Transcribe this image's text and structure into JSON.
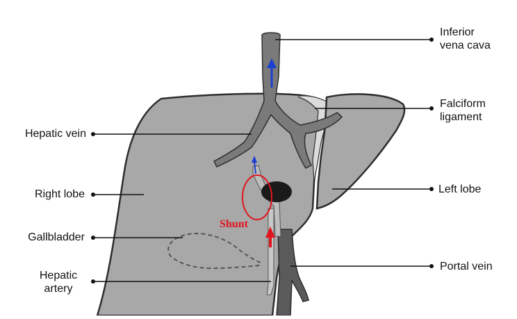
{
  "diagram": {
    "labels": {
      "inferior_vena_cava": [
        "Inferior",
        "vena cava"
      ],
      "falciform_ligament": [
        "Falciform",
        "ligament"
      ],
      "hepatic_vein": [
        "Hepatic vein"
      ],
      "right_lobe": [
        "Right lobe"
      ],
      "left_lobe": [
        "Left lobe"
      ],
      "gallbladder": [
        "Gallbladder"
      ],
      "hepatic_artery": [
        "Hepatic",
        "artery"
      ],
      "portal_vein": [
        "Portal vein"
      ],
      "shunt": "Shunt"
    },
    "colors": {
      "liver_fill": "#a8a8a8",
      "liver_stroke": "#2e2e2e",
      "vessel_fill": "#7a7a7a",
      "portal_dark": "#5a5a5a",
      "arrow_blue": "#1b3fd1",
      "arrow_red": "#e0141c",
      "shunt_red": "#e0141c",
      "ligament_fill": "#dcdcdc"
    }
  }
}
